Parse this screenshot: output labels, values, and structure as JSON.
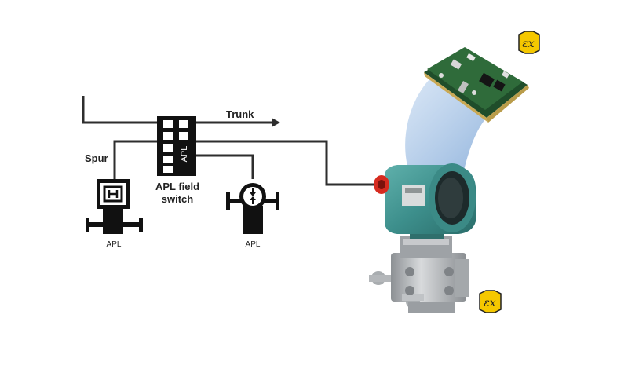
{
  "labels": {
    "trunk": "Trunk",
    "spur": "Spur",
    "switch_line1": "APL field",
    "switch_line2": "switch",
    "switch_body": "APL",
    "device1": "APL",
    "device2": "APL"
  },
  "icons": {
    "certification": "ex-hazard-icon",
    "module": "circuit-board-module",
    "transmitter": "pressure-transmitter",
    "device1": "indicator-h-icon",
    "device2": "flow-meter-icon"
  },
  "colors": {
    "line": "#2e2e2e",
    "symbol": "#111111",
    "ex_yellow": "#f5c800",
    "beam": "#8fb4dd",
    "transmitter_green": "#3d8f8c",
    "pcb_green": "#2f6b3a",
    "steel": "#b9bcbf"
  }
}
